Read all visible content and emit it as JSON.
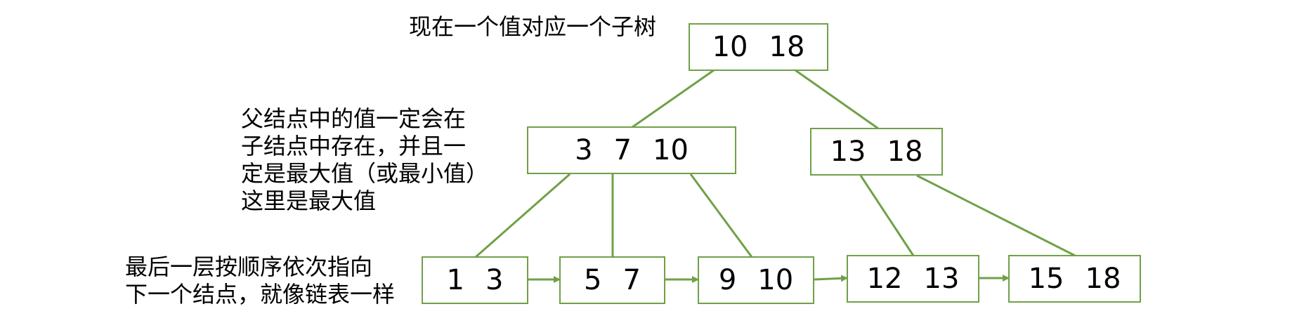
{
  "colors": {
    "stroke": "#70a048",
    "text": "#000000"
  },
  "notes": {
    "root": [
      "现在一个值对应一个子树"
    ],
    "parent": [
      "父结点中的值一定会在",
      "子结点中存在，并且一",
      "定是最大值（或最小值）",
      "这里是最大值"
    ],
    "leaf": [
      "最后一层按顺序依次指向",
      "下一个结点，就像链表一样"
    ]
  },
  "nodes": {
    "root": [
      "10",
      "18"
    ],
    "mid_left": [
      "3",
      "7",
      "10"
    ],
    "mid_right": [
      "13",
      "18"
    ],
    "leaf_1": [
      "1",
      "3"
    ],
    "leaf_2": [
      "5",
      "7"
    ],
    "leaf_3": [
      "9",
      "10"
    ],
    "leaf_4": [
      "12",
      "13"
    ],
    "leaf_5": [
      "15",
      "18"
    ]
  }
}
